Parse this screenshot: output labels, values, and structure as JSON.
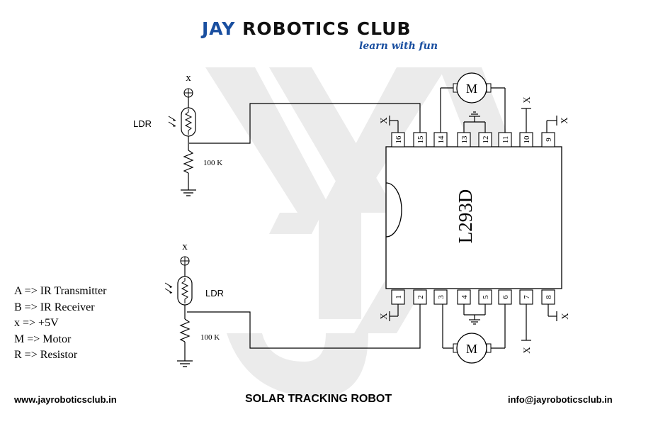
{
  "header": {
    "brand_jay": "JAY",
    "brand_rest": "ROBOTICS CLUB",
    "tagline": "learn with fun"
  },
  "diagram": {
    "chip_label": "L293D",
    "top_pins": [
      "16",
      "15",
      "14",
      "13",
      "12",
      "11",
      "10",
      "9"
    ],
    "bottom_pins": [
      "1",
      "2",
      "3",
      "4",
      "5",
      "6",
      "7",
      "8"
    ],
    "ldr_label": "LDR",
    "resistor_label": "100 K",
    "motor_label": "M",
    "x_mark": "x",
    "cross_mark": "X"
  },
  "legend": [
    "A => IR Transmitter",
    "B => IR Receiver",
    "x => +5V",
    "M => Motor",
    "R => Resistor"
  ],
  "footer": {
    "website": "www.jayroboticsclub.in",
    "title": "SOLAR TRACKING ROBOT",
    "email": "info@jayroboticsclub.in"
  },
  "colors": {
    "brand_blue": "#1a4fa0",
    "watermark": "#ebebeb",
    "line": "#000000"
  }
}
